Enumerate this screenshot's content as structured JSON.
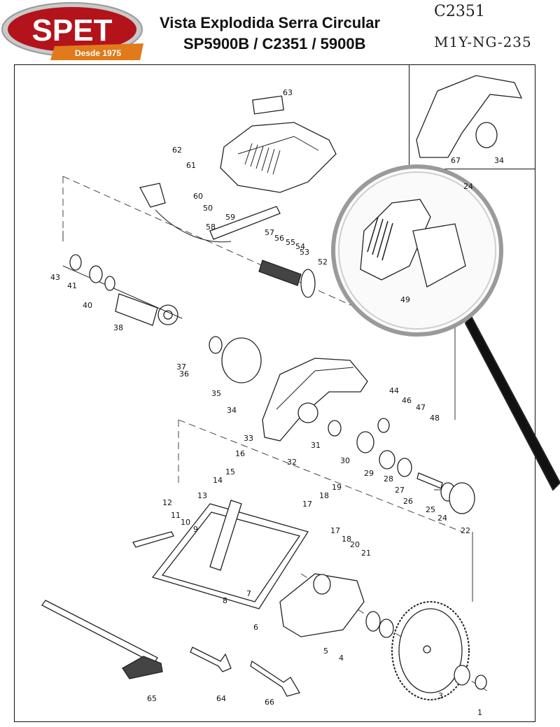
{
  "brand": {
    "name": "SPET",
    "tagline": "Desde 1975",
    "colors": {
      "red": "#b3131b",
      "orange": "#e07a1a",
      "ring": "#c9c9c9"
    }
  },
  "header": {
    "title_line1": "Vista Explodida Serra Circular",
    "title_line2": "SP5900B / C2351 / 5900B",
    "handwritten_code1": "C2351",
    "handwritten_code2": "M1Y-NG-235"
  },
  "parts": [
    {
      "num": "1"
    },
    {
      "num": "3"
    },
    {
      "num": "4"
    },
    {
      "num": "5"
    },
    {
      "num": "6"
    },
    {
      "num": "7"
    },
    {
      "num": "8"
    },
    {
      "num": "9"
    },
    {
      "num": "10"
    },
    {
      "num": "11"
    },
    {
      "num": "12"
    },
    {
      "num": "13"
    },
    {
      "num": "14"
    },
    {
      "num": "15"
    },
    {
      "num": "16"
    },
    {
      "num": "17"
    },
    {
      "num": "18"
    },
    {
      "num": "19"
    },
    {
      "num": "17"
    },
    {
      "num": "18"
    },
    {
      "num": "20"
    },
    {
      "num": "21"
    },
    {
      "num": "22"
    },
    {
      "num": "24"
    },
    {
      "num": "25"
    },
    {
      "num": "26"
    },
    {
      "num": "27"
    },
    {
      "num": "28"
    },
    {
      "num": "29"
    },
    {
      "num": "30"
    },
    {
      "num": "31"
    },
    {
      "num": "32"
    },
    {
      "num": "33"
    },
    {
      "num": "34"
    },
    {
      "num": "35"
    },
    {
      "num": "36"
    },
    {
      "num": "37"
    },
    {
      "num": "38"
    },
    {
      "num": "40"
    },
    {
      "num": "41"
    },
    {
      "num": "43"
    },
    {
      "num": "44"
    },
    {
      "num": "46"
    },
    {
      "num": "47"
    },
    {
      "num": "48"
    },
    {
      "num": "49"
    },
    {
      "num": "50"
    },
    {
      "num": "52"
    },
    {
      "num": "53"
    },
    {
      "num": "54"
    },
    {
      "num": "55"
    },
    {
      "num": "56"
    },
    {
      "num": "57"
    },
    {
      "num": "58"
    },
    {
      "num": "59"
    },
    {
      "num": "60"
    },
    {
      "num": "61"
    },
    {
      "num": "62"
    },
    {
      "num": "63"
    },
    {
      "num": "64"
    },
    {
      "num": "65"
    },
    {
      "num": "66"
    },
    {
      "num": "67"
    },
    {
      "num": "34"
    },
    {
      "num": "24"
    },
    {
      "num": "50"
    }
  ]
}
